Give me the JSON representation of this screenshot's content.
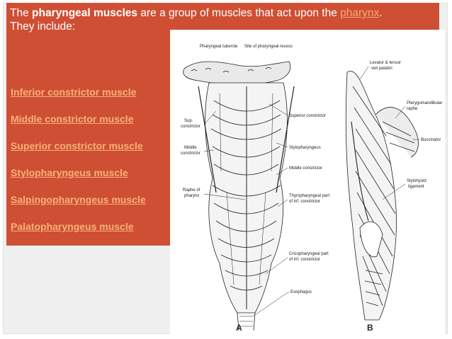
{
  "intro": {
    "prefix": "The ",
    "bold": "pharyngeal muscles",
    "middle": " are a group of muscles that act upon the ",
    "link": "pharynx",
    "suffix": ".",
    "line2": "They include:"
  },
  "muscles": [
    "Inferior constrictor muscle",
    "Middle constrictor muscle",
    "Superior constrictor muscle",
    "Stylopharyngeus muscle",
    "Salpingopharyngeus muscle",
    "Palatopharyngeus muscle"
  ],
  "figure": {
    "a": {
      "pharyngeal_tubercle": "Pharyngeal tubercle",
      "site_recess": "Site of pharyngeal recess",
      "sup_constrictor_1": "Sup.",
      "sup_constrictor_2": "constrictor",
      "middle_constrictor_1": "Middle",
      "middle_constrictor_2": "constrictor",
      "raphe_1": "Raphe of",
      "raphe_2": "pharynx",
      "superior_constrictor": "Superior constrictor",
      "stylopharyngeus": "Stylopharyngeus",
      "middle_constrictor": "Middle constrictor",
      "thyro_1": "Thyropharyngeal part",
      "thyro_2": "of inf. constrictor",
      "crico_1": "Cricopharyngeal part",
      "crico_2": "of inf. constrictor",
      "esophagus": "Esophagus",
      "panel_letter": "A"
    },
    "b": {
      "levator_1": "Levator & tensor",
      "levator_2": "veli palatini",
      "ptery_1": "Pterygomandibular",
      "ptery_2": "raphe",
      "buccinator": "Buccinator",
      "stylohyoid_1": "Stylohyoid",
      "stylohyoid_2": "ligament",
      "panel_letter": "B"
    }
  }
}
